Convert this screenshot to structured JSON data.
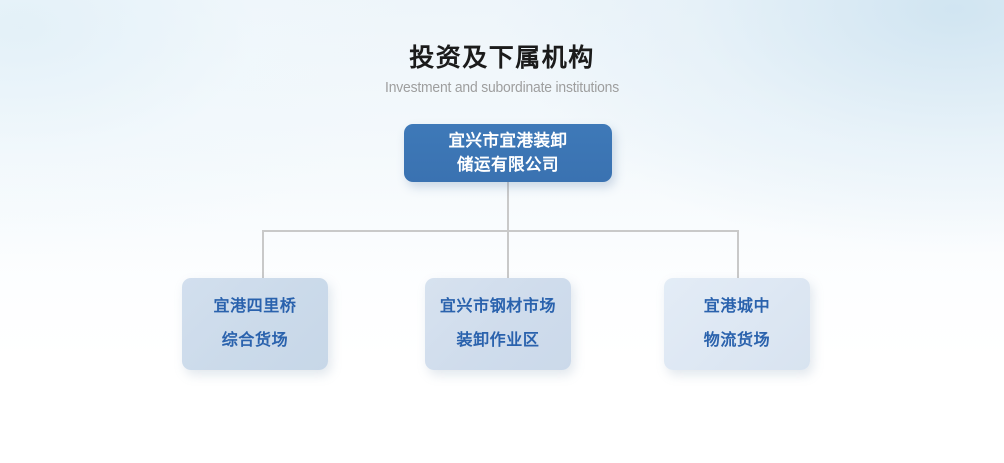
{
  "header": {
    "title": "投资及下属机构",
    "subtitle": "Investment and subordinate institutions"
  },
  "org_chart": {
    "root": {
      "name": "宜兴市宜港装卸储运有限公司",
      "lines": [
        "宜兴市宜港装卸",
        "储运有限公司"
      ]
    },
    "children": [
      {
        "name": "宜港四里桥综合货场",
        "lines": [
          "宜港四里桥",
          "综合货场"
        ]
      },
      {
        "name": "宜兴市钢材市场装卸作业区",
        "lines": [
          "宜兴市钢材市场",
          "装卸作业区"
        ]
      },
      {
        "name": "宜港城中物流货场",
        "lines": [
          "宜港城中",
          "物流货场"
        ]
      }
    ]
  },
  "colors": {
    "root_box": "#3a73b4",
    "root_text": "#ffffff",
    "child_text": "#2a62ad",
    "child_box": "#cfdcec",
    "connector": "#c9c9c9",
    "title_text": "#1b1b1b",
    "subtitle_text": "#9e9e9e",
    "background_top": "#eef5fa",
    "background_bottom": "#ffffff"
  }
}
